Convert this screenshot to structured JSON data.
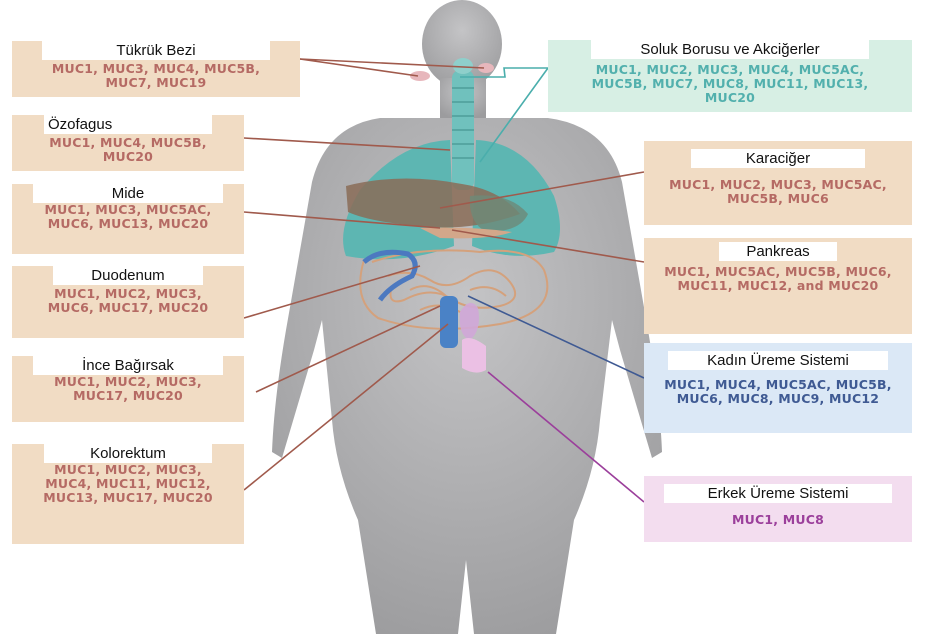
{
  "colors": {
    "box_tan": "#f1dcc4",
    "box_green": "#d7efe4",
    "box_blue": "#dbe8f6",
    "box_pink": "#f3ddef",
    "text_tan": "#b56a64",
    "text_green": "#52b0ad",
    "text_blue": "#3f5a93",
    "text_pink": "#9b3f9b",
    "silhouette": "#a9a9ab",
    "lung": "#59b6b3",
    "liver": "#8b6e58"
  },
  "labels": {
    "salivary": {
      "title": "Tükrük Bezi",
      "genes": "MUC1, MUC3, MUC4, MUC5B, MUC7, MUC19"
    },
    "esophagus": {
      "title": "Özofagus",
      "genes": "MUC1, MUC4, MUC5B, MUC20"
    },
    "stomach": {
      "title": "Mide",
      "genes": "MUC1, MUC3, MUC5AC, MUC6, MUC13, MUC20"
    },
    "duodenum": {
      "title": "Duodenum",
      "genes": "MUC1, MUC2, MUC3, MUC6, MUC17, MUC20"
    },
    "small_intestine": {
      "title": "İnce Bağırsak",
      "genes": "MUC1, MUC2, MUC3, MUC17, MUC20"
    },
    "colorectum": {
      "title": "Kolorektum",
      "genes": "MUC1, MUC2, MUC3, MUC4, MUC11, MUC12, MUC13, MUC17, MUC20"
    },
    "trachea_lungs": {
      "title": "Soluk Borusu ve Akciğerler",
      "genes": "MUC1, MUC2, MUC3, MUC4, MUC5AC, MUC5B, MUC7, MUC8, MUC11, MUC13, MUC20"
    },
    "liver": {
      "title": "Karaciğer",
      "genes": "MUC1, MUC2, MUC3, MUC5AC, MUC5B, MUC6"
    },
    "pancreas": {
      "title": "Pankreas",
      "genes": "MUC1, MUC5AC, MUC5B, MUC6, MUC11, MUC12, and MUC20"
    },
    "female_repro": {
      "title": "Kadın Üreme Sistemi",
      "genes": "MUC1, MUC4, MUC5AC, MUC5B, MUC6, MUC8, MUC9, MUC12"
    },
    "male_repro": {
      "title": "Erkek Üreme Sistemi",
      "genes": "MUC1, MUC8"
    }
  }
}
